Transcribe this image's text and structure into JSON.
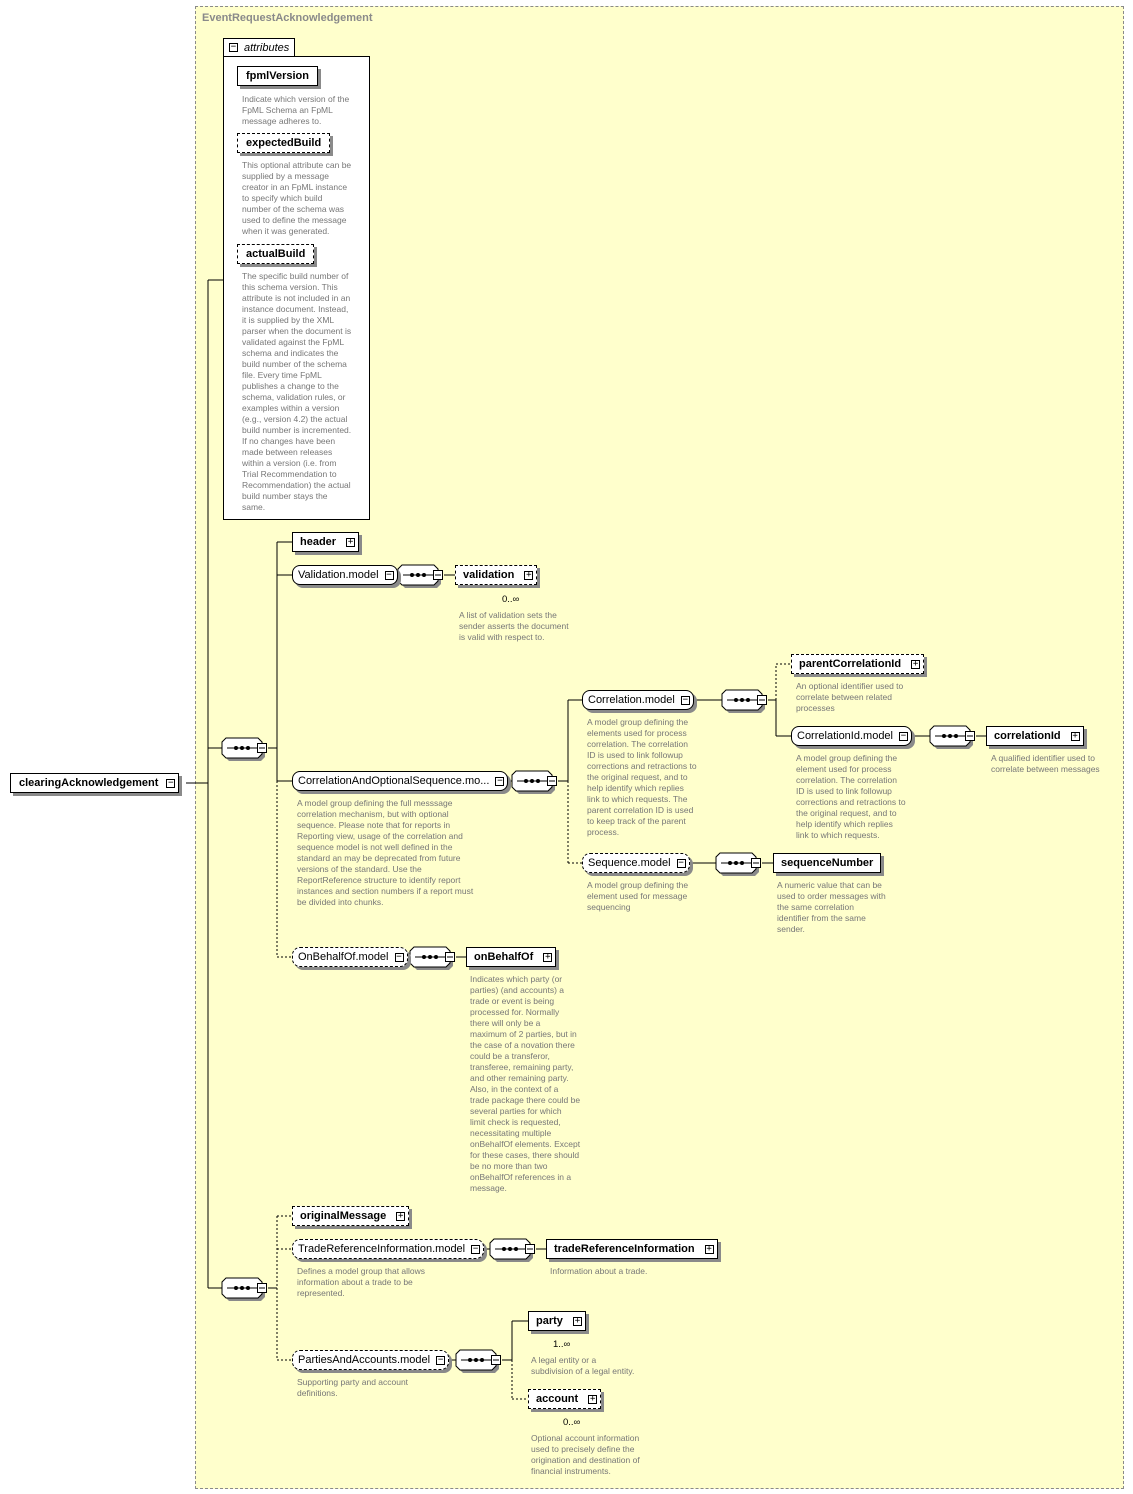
{
  "complex_type": "EventRequestAcknowledgement",
  "root_element": "clearingAcknowledgement",
  "attributes": {
    "tab_label": "attributes",
    "items": [
      {
        "name": "fpmlVersion",
        "description": "Indicate which version of the\nFpML Schema an FpML\nmessage adheres to."
      },
      {
        "name": "expectedBuild",
        "description": "This optional attribute can be\nsupplied by a message\ncreator in an FpML instance\nto specify which build\nnumber of the schema was\nused to define the message\nwhen it was generated."
      },
      {
        "name": "actualBuild",
        "description": "The specific build number of\nthis schema version. This\nattribute is not included in an\ninstance document. Instead,\nit is supplied by the XML\nparser when the document is\nvalidated against the FpML\nschema and indicates the\nbuild number of the schema\nfile. Every time FpML\npublishes a change to the\nschema, validation rules, or\nexamples within a version\n(e.g., version 4.2) the actual\nbuild number is incremented.\nIf no changes have been\nmade between releases\nwithin a version (i.e. from\nTrial Recommendation to\nRecommendation) the actual\nbuild number stays the\nsame."
      }
    ]
  },
  "nodes": {
    "header": {
      "label": "header"
    },
    "validation_model": {
      "label": "Validation.model"
    },
    "validation": {
      "label": "validation",
      "cardinality": "0..∞",
      "description": "A list of validation sets the\nsender asserts the document\nis valid with respect to."
    },
    "corr_seq_model": {
      "label": "CorrelationAndOptionalSequence.mo...",
      "description": "A model group defining the full messsage\ncorrelation mechanism, but with optional\nsequence. Please note that for reports in\nReporting view, usage of the correlation and\nsequence model is not well defined in the\nstandard an may be deprecated from future\nversions of the standard. Use the\nReportReference structure to identify report\ninstances and section numbers if a report must\nbe divided into chunks."
    },
    "correlation_model": {
      "label": "Correlation.model",
      "description": "A model group defining the\nelements used for process\ncorrelation. The correlation\nID is used to link followup\ncorrections and retractions to\nthe original request, and to\nhelp identify which replies\nlink to which requests. The\nparent correlation ID is used\nto keep track of the parent\nprocess."
    },
    "parent_correlation_id": {
      "label": "parentCorrelationId",
      "description": "An optional identifier used to\ncorrelate between related\nprocesses"
    },
    "correlation_id_model": {
      "label": "CorrelationId.model",
      "description": "A model group defining the\nelement used for process\ncorrelation. The correlation\nID is used to link followup\ncorrections and retractions to\nthe original request, and to\nhelp identify which replies\nlink to which requests."
    },
    "correlation_id": {
      "label": "correlationId",
      "description": "A qualified identifier used to\ncorrelate between messages"
    },
    "sequence_model": {
      "label": "Sequence.model",
      "description": "A model group defining the\nelement used for message\nsequencing"
    },
    "sequence_number": {
      "label": "sequenceNumber",
      "description": "A numeric value that can be\nused to order messages with\nthe same correlation\nidentifier from the same\nsender."
    },
    "on_behalf_of_model": {
      "label": "OnBehalfOf.model"
    },
    "on_behalf_of": {
      "label": "onBehalfOf",
      "description": "Indicates which party (or\nparties) (and accounts) a\ntrade or event is being\nprocessed for. Normally\nthere will only be a\nmaximum of 2 parties, but in\nthe case of a novation there\ncould be a transferor,\ntransferee, remaining party,\nand other remaining party.\nAlso, in the context of a\ntrade package there could be\nseveral parties for which\nlimit check is requested,\nnecessitating multiple\nonBehalfOf elements. Except\nfor these cases, there should\nbe no more than two\nonBehalfOf references in a\nmessage."
    },
    "original_message": {
      "label": "originalMessage"
    },
    "trade_ref_model": {
      "label": "TradeReferenceInformation.model",
      "description": "Defines a model group that allows\ninformation about a trade to be\nrepresented."
    },
    "trade_ref_info": {
      "label": "tradeReferenceInformation",
      "description": "Information about a trade."
    },
    "parties_accounts_model": {
      "label": "PartiesAndAccounts.model",
      "description": "Supporting party and account\ndefinitions."
    },
    "party": {
      "label": "party",
      "cardinality": "1..∞",
      "description": "A legal entity or a\nsubdivision of a legal entity."
    },
    "account": {
      "label": "account",
      "cardinality": "0..∞",
      "description": "Optional account information\nused to precisely define the\norigination and destination of\nfinancial instruments."
    }
  },
  "colors": {
    "type_background": "#ffffcc",
    "frame": "#8a8a8a",
    "description_text": "#777777",
    "shadow": "#8a8a8a"
  }
}
